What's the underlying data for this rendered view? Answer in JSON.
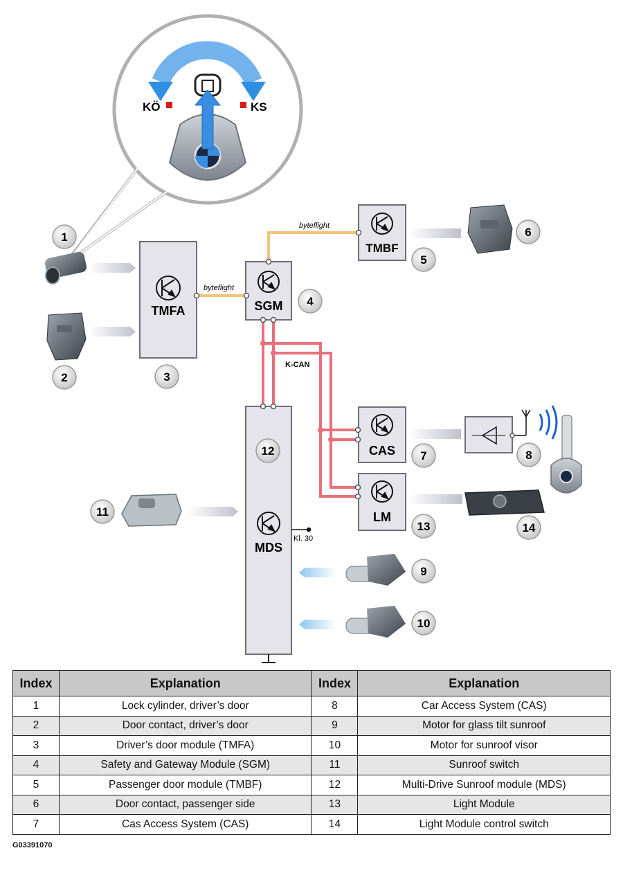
{
  "diagram": {
    "modules": {
      "tmfa": "TMFA",
      "sgm": "SGM",
      "tmbf": "TMBF",
      "cas": "CAS",
      "lm": "LM",
      "mds": "MDS"
    },
    "bus_labels": {
      "byteflight_left": "byteflight",
      "byteflight_top": "byteflight",
      "kcan": "K-CAN"
    },
    "terminal_label": "Kl. 30",
    "callout_labels": {
      "left": "KÖ",
      "right": "KS"
    },
    "badges": [
      "1",
      "2",
      "3",
      "4",
      "5",
      "6",
      "7",
      "8",
      "9",
      "10",
      "11",
      "12",
      "13",
      "14"
    ],
    "colors": {
      "byteflight": "#f2c47a",
      "kcan": "#e8707a",
      "module_fill": "#e4e4ea",
      "badge": "#e0e0e0",
      "arrow_in": "#c9c9d3",
      "arrow_out": "#a9d4ee",
      "callout_arrow": "#2f8fe0",
      "marker": "#d81a1a"
    }
  },
  "legend": {
    "headers": [
      "Index",
      "Explanation",
      "Index",
      "Explanation"
    ],
    "rows": [
      [
        "1",
        "Lock cylinder, driver’s door",
        "8",
        "Car Access System (CAS)"
      ],
      [
        "2",
        "Door contact, driver’s door",
        "9",
        "Motor for glass tilt sunroof"
      ],
      [
        "3",
        "Driver’s door module (TMFA)",
        "10",
        "Motor for sunroof visor"
      ],
      [
        "4",
        "Safety and Gateway Module (SGM)",
        "11",
        "Sunroof switch"
      ],
      [
        "5",
        "Passenger door module (TMBF)",
        "12",
        "Multi-Drive Sunroof module (MDS)"
      ],
      [
        "6",
        "Door contact, passenger side",
        "13",
        "Light Module"
      ],
      [
        "7",
        "Cas Access System (CAS)",
        "14",
        "Light Module control switch"
      ]
    ]
  },
  "figure_code": "G03391070"
}
